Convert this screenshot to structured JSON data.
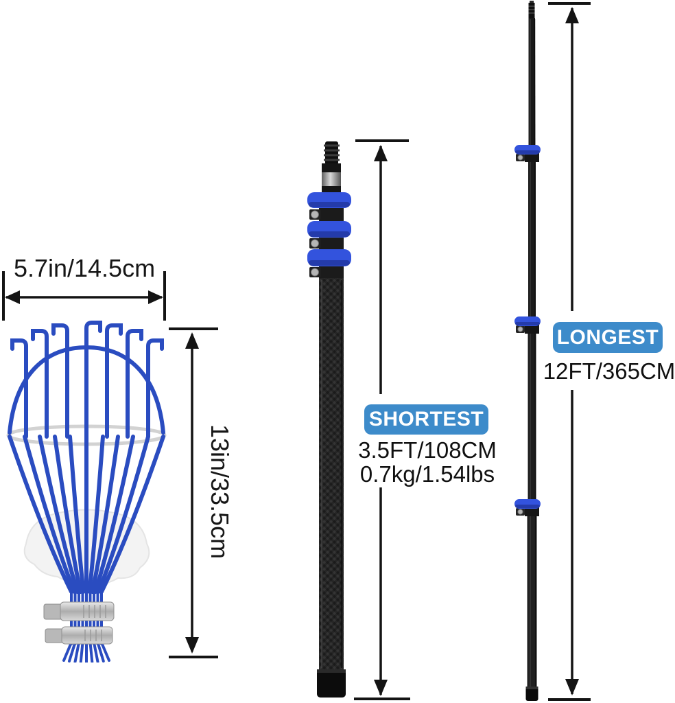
{
  "diagram": {
    "basket": {
      "width_label": "5.7in/14.5cm",
      "height_label": "13in/33.5cm"
    },
    "collapsed_pole": {
      "badge_label": "SHORTEST",
      "length_label": "3.5FT/108CM",
      "weight_label": "0.7kg/1.54lbs"
    },
    "extended_pole": {
      "badge_label": "LONGEST",
      "length_label": "12FT/365CM"
    }
  },
  "colors": {
    "badge_blue": "#3d8bca",
    "wire_blue": "#2a4cc0",
    "clamp_blue": "#3353dd",
    "arrow_color": "#141414",
    "silver": "#c6c6c6",
    "foam_white": "#f3f3f3",
    "background": "#ffffff"
  }
}
